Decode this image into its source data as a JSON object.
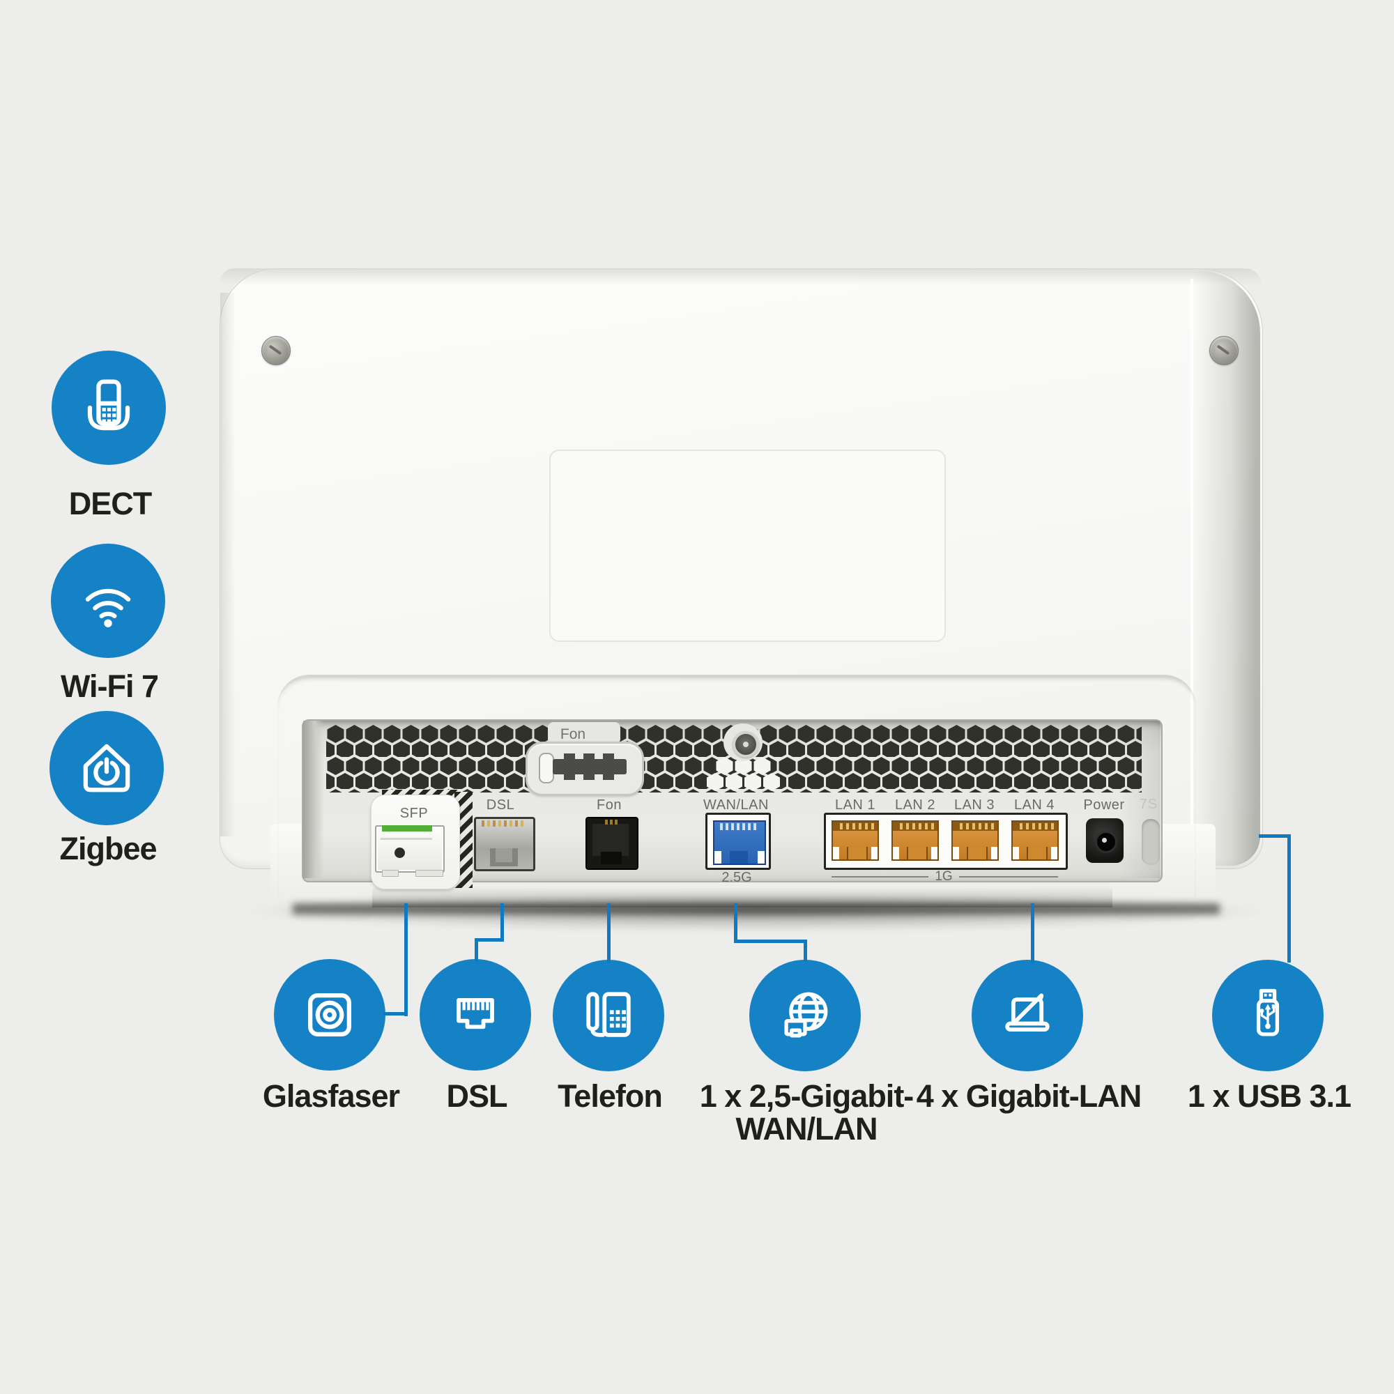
{
  "colors": {
    "accent_blue": "#1482c4",
    "line_blue": "#117abf",
    "background": "#ededeb",
    "label_dark": "#1f1f1d",
    "port_label_gray": "#6b6b65",
    "lan_port_orange": "#d0authentic8830",
    "wan_port_blue": "#2a62b4",
    "sfp_green": "#53ae35"
  },
  "features_left": [
    {
      "id": "dect",
      "label": "DECT",
      "icon": "dect-handset-icon"
    },
    {
      "id": "wifi",
      "label": "Wi-Fi 7",
      "icon": "wifi-icon"
    },
    {
      "id": "zigbee",
      "label": "Zigbee",
      "icon": "smart-home-icon"
    }
  ],
  "device": {
    "rear_panel": {
      "fon_slot_label": "Fon",
      "molded_text": "7S",
      "ports": [
        {
          "id": "sfp",
          "label": "SFP"
        },
        {
          "id": "dsl",
          "label": "DSL"
        },
        {
          "id": "fon",
          "label": "Fon"
        },
        {
          "id": "wan",
          "label": "WAN/LAN",
          "speed": "2.5G"
        },
        {
          "id": "lan1",
          "label": "LAN 1"
        },
        {
          "id": "lan2",
          "label": "LAN 2"
        },
        {
          "id": "lan3",
          "label": "LAN 3"
        },
        {
          "id": "lan4",
          "label": "LAN 4"
        },
        {
          "id": "power",
          "label": "Power"
        }
      ],
      "lan_group_speed": "1G"
    }
  },
  "callouts_bottom": [
    {
      "id": "glasfaser",
      "label": "Glasfaser",
      "icon": "fiber-socket-icon"
    },
    {
      "id": "dsl",
      "label": "DSL",
      "icon": "rj45-jack-icon"
    },
    {
      "id": "telefon",
      "label": "Telefon",
      "icon": "desk-phone-icon"
    },
    {
      "id": "wan",
      "label": "1 x 2,5-Gigabit-",
      "label2": "WAN/LAN",
      "icon": "globe-ethernet-icon"
    },
    {
      "id": "lan",
      "label": "4 x Gigabit-LAN",
      "icon": "laptop-icon"
    },
    {
      "id": "usb",
      "label": "1 x USB 3.1",
      "icon": "usb-stick-icon"
    }
  ]
}
